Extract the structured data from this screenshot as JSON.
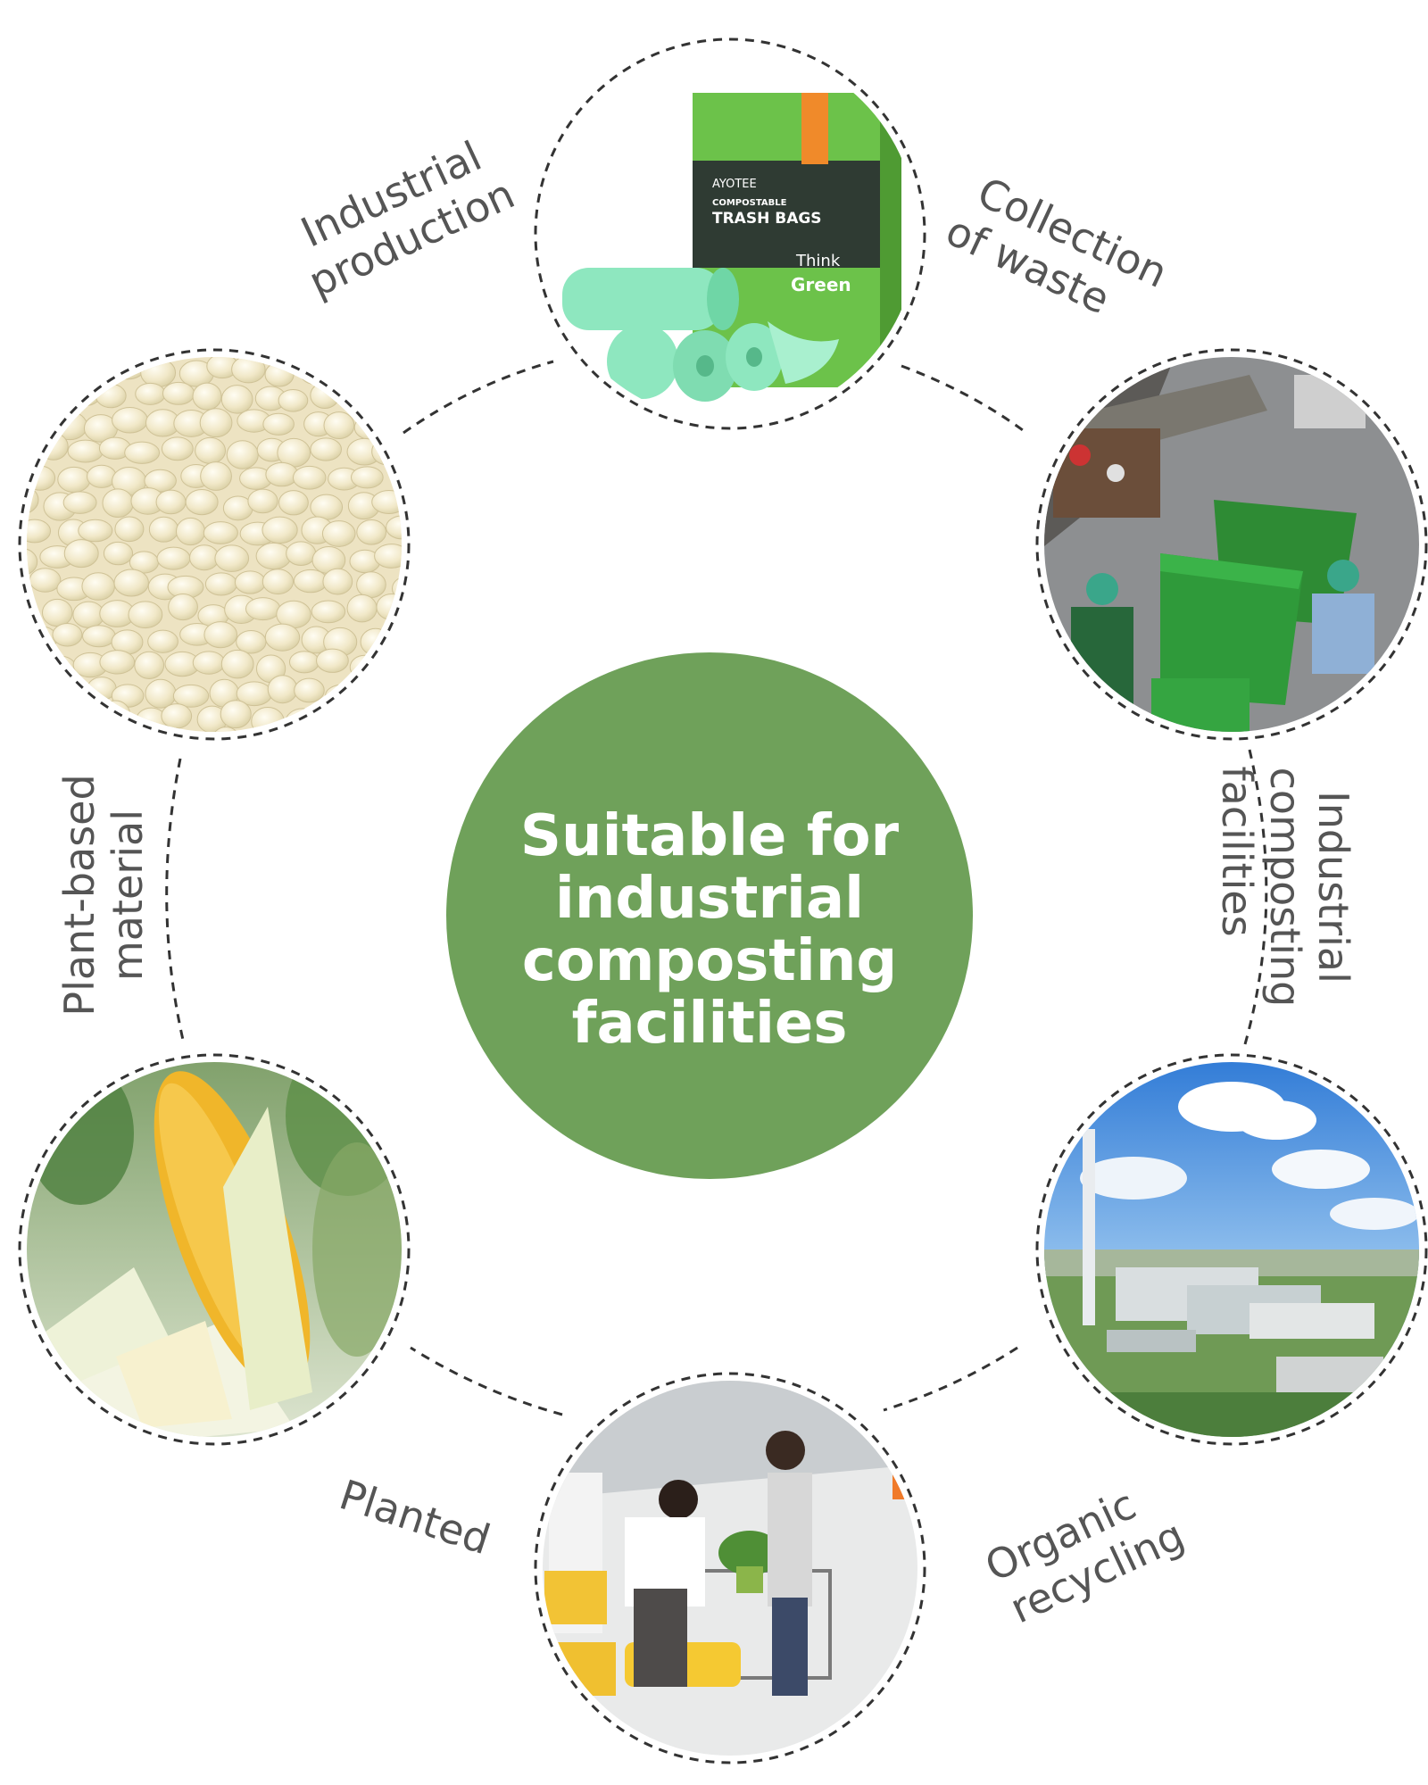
{
  "center": {
    "lines": [
      "Suitable for",
      "industrial",
      "composting",
      "facilities"
    ],
    "color": "#6fa15a"
  },
  "cycle_steps": [
    {
      "id": "industrial-production",
      "label_lines": [
        "Industrial",
        "production"
      ],
      "image": "trash-bags-product-box"
    },
    {
      "id": "collection-of-waste",
      "label_lines": [
        "Collection",
        "of waste"
      ],
      "image": "waste-bins-truck"
    },
    {
      "id": "industrial-composting-facilities",
      "label_lines": [
        "Industrial",
        "composting",
        "facilities"
      ],
      "image": "composting-plant-aerial"
    },
    {
      "id": "organic-recycling",
      "label_lines": [
        "Organic",
        "recycling"
      ],
      "image": "garden-center-shoppers"
    },
    {
      "id": "planted",
      "label_lines": [
        "Planted"
      ],
      "image": "corn-cob"
    },
    {
      "id": "plant-based-material",
      "label_lines": [
        "Plant-based",
        "material"
      ],
      "image": "resin-pellets"
    }
  ],
  "product_box": {
    "brand": "AYOTEE",
    "line1": "COMPOSTABLE",
    "line2": "TRASH BAGS",
    "slogan1": "Think",
    "slogan2": "Green"
  },
  "colors": {
    "dash": "#333333",
    "label_text": "#555555",
    "box_green": "#6cc24a",
    "box_dark": "#2f3b33",
    "bag_mint": "#8ee7bf"
  }
}
